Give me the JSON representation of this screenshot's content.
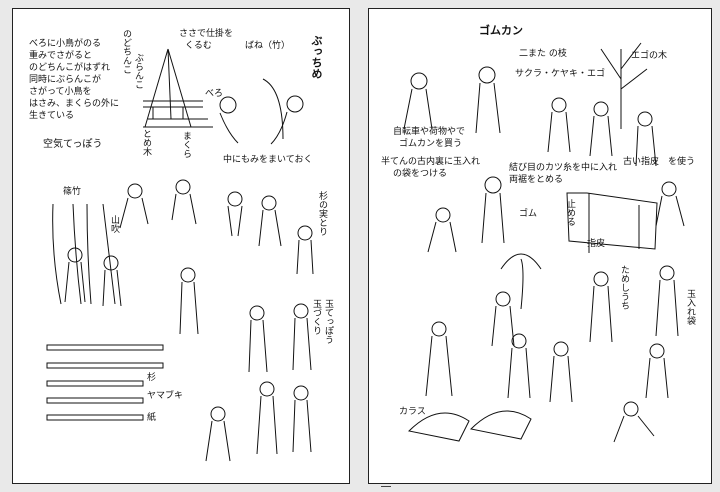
{
  "left_page": {
    "intro": [
      "べろに小鳥がのる",
      "重みでさがると",
      "のどちんこがはずれ",
      "同時にぶらんこが",
      "さがって小鳥を",
      "はさみ、まくらの外に",
      "生きている"
    ],
    "trap_labels": {
      "nodochinko": "のどちんこ",
      "buranko": "ぶらんこ",
      "sasa": "ささで仕掛を",
      "kukuru": "くるむ",
      "bane": "ばね（竹）",
      "buchime": "ぶっちめ",
      "bero": "べろ",
      "tomegi": "とめ木",
      "makura": "まくら",
      "momi": "中にもみをまいておく"
    },
    "airgun_title": "空気てっぽう",
    "bamboo_label": "篠竹",
    "yamabuki_label": "山吹",
    "sugi_label": "杉の実とり",
    "tamadeppo": "玉てっぽう",
    "tamazukuri": "玉づくり",
    "materials": [
      "杉",
      "ヤマブキ",
      "紙"
    ]
  },
  "right_page": {
    "title": "ゴムカン",
    "branch_label": "二また の枝",
    "trees_label": "サクラ・ケヤキ・エゴ",
    "ego_label": "エゴの木",
    "tube_label": [
      "自転車や荷物やで",
      "ゴムカンを買う"
    ],
    "pouch_label": [
      "半てんの古内裏に玉入れ",
      "の袋をつける"
    ],
    "knot_label": [
      "結び目のカツ糸を中に入れ",
      "両裾をとめる"
    ],
    "leather_label": "古い指皮　を使う",
    "gomu": "ゴム",
    "tomeru": "止める",
    "yubikawa": "指皮",
    "tameshi": "ためしうち",
    "tamaire": "玉入れ袋",
    "karasu": "カラス"
  }
}
